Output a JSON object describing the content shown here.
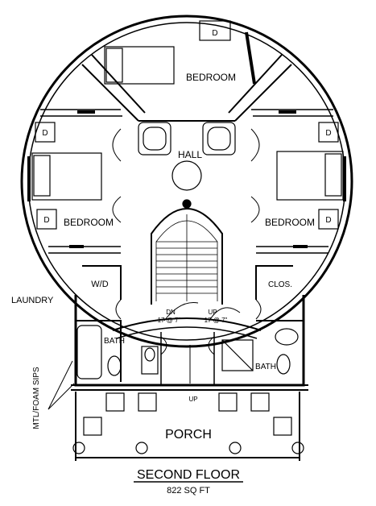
{
  "labels": {
    "bedroom_top": "BEDROOM",
    "bedroom_left": "BEDROOM",
    "bedroom_right": "BEDROOM",
    "hall": "HALL",
    "laundry": "LAUNDRY",
    "wd": "W/D",
    "clos": "CLOS.",
    "bath_left": "BATH",
    "bath_right": "BATH",
    "porch": "PORCH",
    "dn": "DN",
    "dn_steps": "17 @ 7\"",
    "up": "UP",
    "up_steps": "17 @ 7\"",
    "up_porch": "UP",
    "sips": "MTL/FOAM SIPS",
    "drawer": "D"
  },
  "title": {
    "name": "SECOND FLOOR",
    "area": "822 SQ FT"
  }
}
